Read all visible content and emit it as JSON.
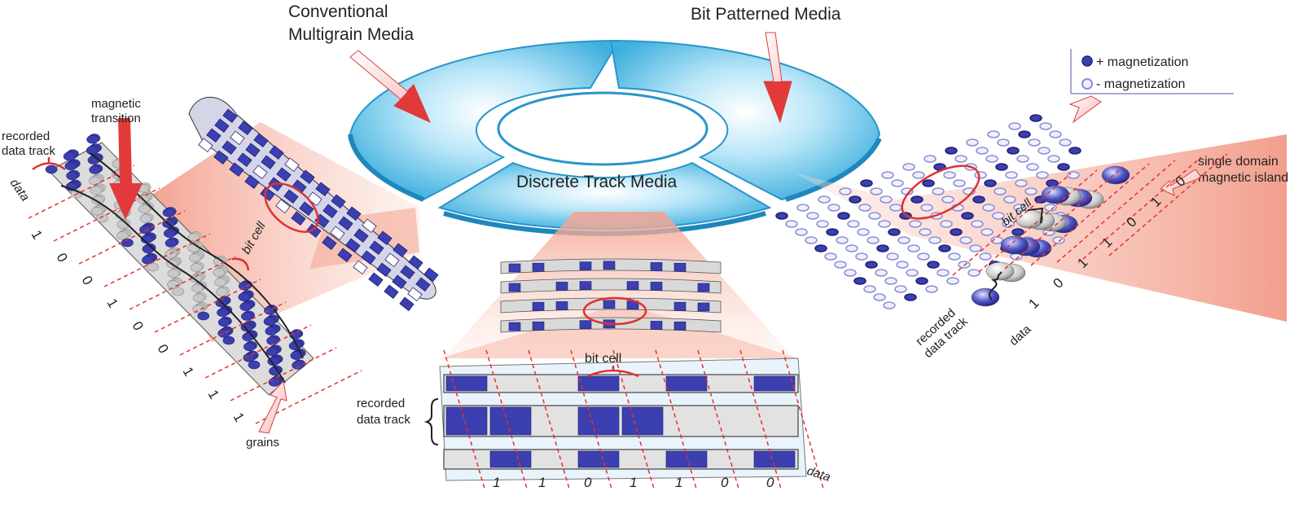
{
  "diagram": {
    "headings": {
      "conventional": [
        "Conventional",
        "Multigrain Media"
      ],
      "bpm": "Bit Patterned Media",
      "dtm": "Discrete Track Media"
    },
    "conventional_panel": {
      "recorded_data_track": [
        "recorded",
        "data track"
      ],
      "magnetic_transition": [
        "magnetic",
        "transition"
      ],
      "bit_cell": "bit cell",
      "grains": "grains",
      "data_label": "data",
      "bits": [
        "1",
        "0",
        "0",
        "1",
        "0",
        "0",
        "1",
        "1",
        "1"
      ]
    },
    "dtm_panel": {
      "bit_cell": "bit cell",
      "recorded_data_track": [
        "recorded",
        "data track"
      ],
      "data_label": "data",
      "bits": [
        "1",
        "1",
        "0",
        "1",
        "1",
        "0",
        "0"
      ]
    },
    "bpm_panel": {
      "legend": [
        {
          "label": "+ magnetization",
          "fill": "#3b3fb0"
        },
        {
          "label": "- magnetization",
          "fill": "#c9cce8"
        }
      ],
      "single_domain": [
        "single domain",
        "magnetic island"
      ],
      "bit_cell": "bit cell",
      "recorded_data_track": [
        "recorded",
        "data track"
      ],
      "data_label": "data",
      "bits": [
        "1",
        "0",
        "1",
        "1",
        "0",
        "1",
        "0"
      ]
    },
    "colors": {
      "disk": "#5bbfe6",
      "disk_light": "#d6f1fb",
      "beam": "#f6b8a6",
      "arrow": "#e23a3a",
      "blue": "#3b3fb0",
      "grain": "#c8c8c8",
      "red_line": "#e53030"
    }
  }
}
